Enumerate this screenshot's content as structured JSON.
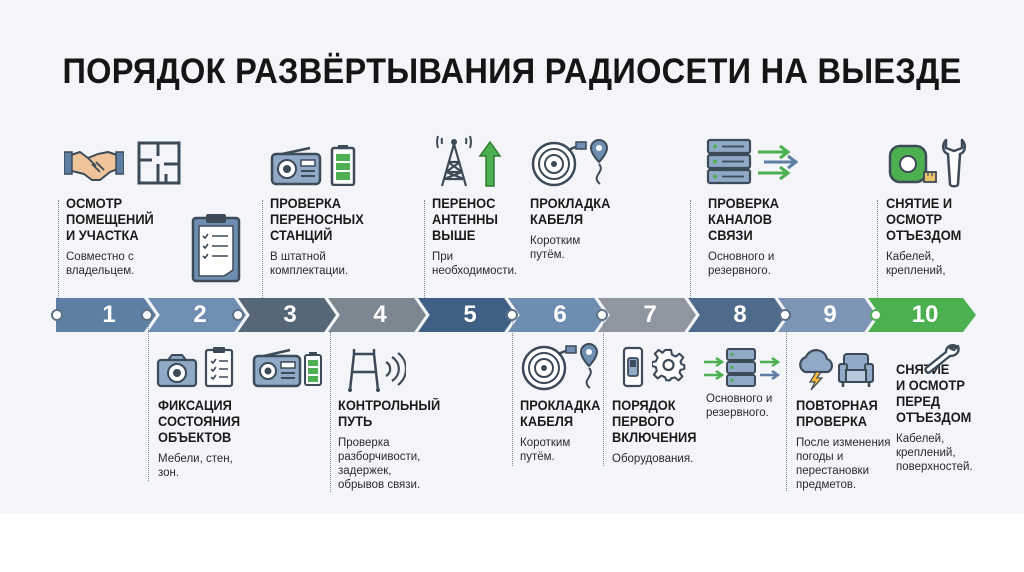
{
  "title": "ПОРЯДОК РАЗВЁРТЫВАНИЯ РАДИОСЕТИ НА ВЫЕЗДЕ",
  "steps": [
    {
      "num": "1",
      "color": "#5d7fa3"
    },
    {
      "num": "2",
      "color": "#6f8fb2"
    },
    {
      "num": "3",
      "color": "#566878"
    },
    {
      "num": "4",
      "color": "#7d8792"
    },
    {
      "num": "5",
      "color": "#3f5f85"
    },
    {
      "num": "6",
      "color": "#6d8db1"
    },
    {
      "num": "7",
      "color": "#8f969f"
    },
    {
      "num": "8",
      "color": "#4f6b8c"
    },
    {
      "num": "9",
      "color": "#7c95b5"
    },
    {
      "num": "10",
      "color": "#4caf50"
    }
  ],
  "top_cards": [
    {
      "title": "ОСМОТР\nПОМЕЩЕНИЙ\nИ УЧАСТКА",
      "desc": "Совместно с\nвладельцем."
    },
    {
      "title": "ПРОВЕРКА\nПЕРЕНОСНЫХ\nСТАНЦИЙ",
      "desc": "В штатной\nкомплектации."
    },
    {
      "title": "ПЕРЕНОС\nАНТЕННЫ\nВЫШЕ",
      "desc": "При\nнеобходимости."
    },
    {
      "title": "ПРОКЛАДКА\nКАБЕЛЯ",
      "desc": "Коротким\nпутём."
    },
    {
      "title": "ПРОВЕРКА\nКАНАЛОВ\nСВЯЗИ",
      "desc": "Основного и\nрезервного."
    },
    {
      "title": "СНЯТИЕ И\nОСМОТР\nОТЪЕЗДОМ",
      "desc": "Кабелей,\nкреплений,"
    }
  ],
  "bottom_cards": [
    {
      "title": "ФИКСАЦИЯ\nСОСТОЯНИЯ\nОБЪЕКТОВ",
      "desc": "Мебели, стен,\nзон."
    },
    {
      "title": "КОНТРОЛЬНЫЙ\nПУТЬ",
      "desc": "Проверка\nразборчивости,\nзадержек,\nобрывов связи."
    },
    {
      "title": "ПРОКЛАДКА\nКАБЕЛЯ",
      "desc": "Коротким\nпутём."
    },
    {
      "title": "ПОРЯДОК\nПЕРВОГО\nВКЛЮЧЕНИЯ",
      "desc": "Оборудования."
    },
    {
      "title": "",
      "desc": "Основного и\nрезервного."
    },
    {
      "title": "ПОВТОРНАЯ\nПРОВЕРКА",
      "desc": "После изменения\nпогоды и\nперестановки\nпредметов."
    },
    {
      "title": "СНЯТИЕ\nИ ОСМОТР\nПЕРЕД\nОТЪЕЗДОМ",
      "desc": "Кабелей,\nкреплений,\nповерхностей."
    }
  ],
  "colors": {
    "accent_green": "#4caf50",
    "steel": "#5f7186",
    "dark": "#3d4a58"
  },
  "icons": [
    "handshake-icon",
    "floor-plan-icon",
    "clipboard-icon",
    "radio-icon",
    "battery-icon",
    "antenna-tower-icon",
    "arrow-up-icon",
    "cable-reel-icon",
    "location-pin-icon",
    "server-icon",
    "transfer-arrows-icon",
    "tape-measure-icon",
    "wrench-icon",
    "camera-icon",
    "checklist-icon",
    "walker-icon",
    "signal-waves-icon",
    "switch-icon",
    "gear-icon",
    "cloud-lightning-icon",
    "armchair-icon"
  ]
}
